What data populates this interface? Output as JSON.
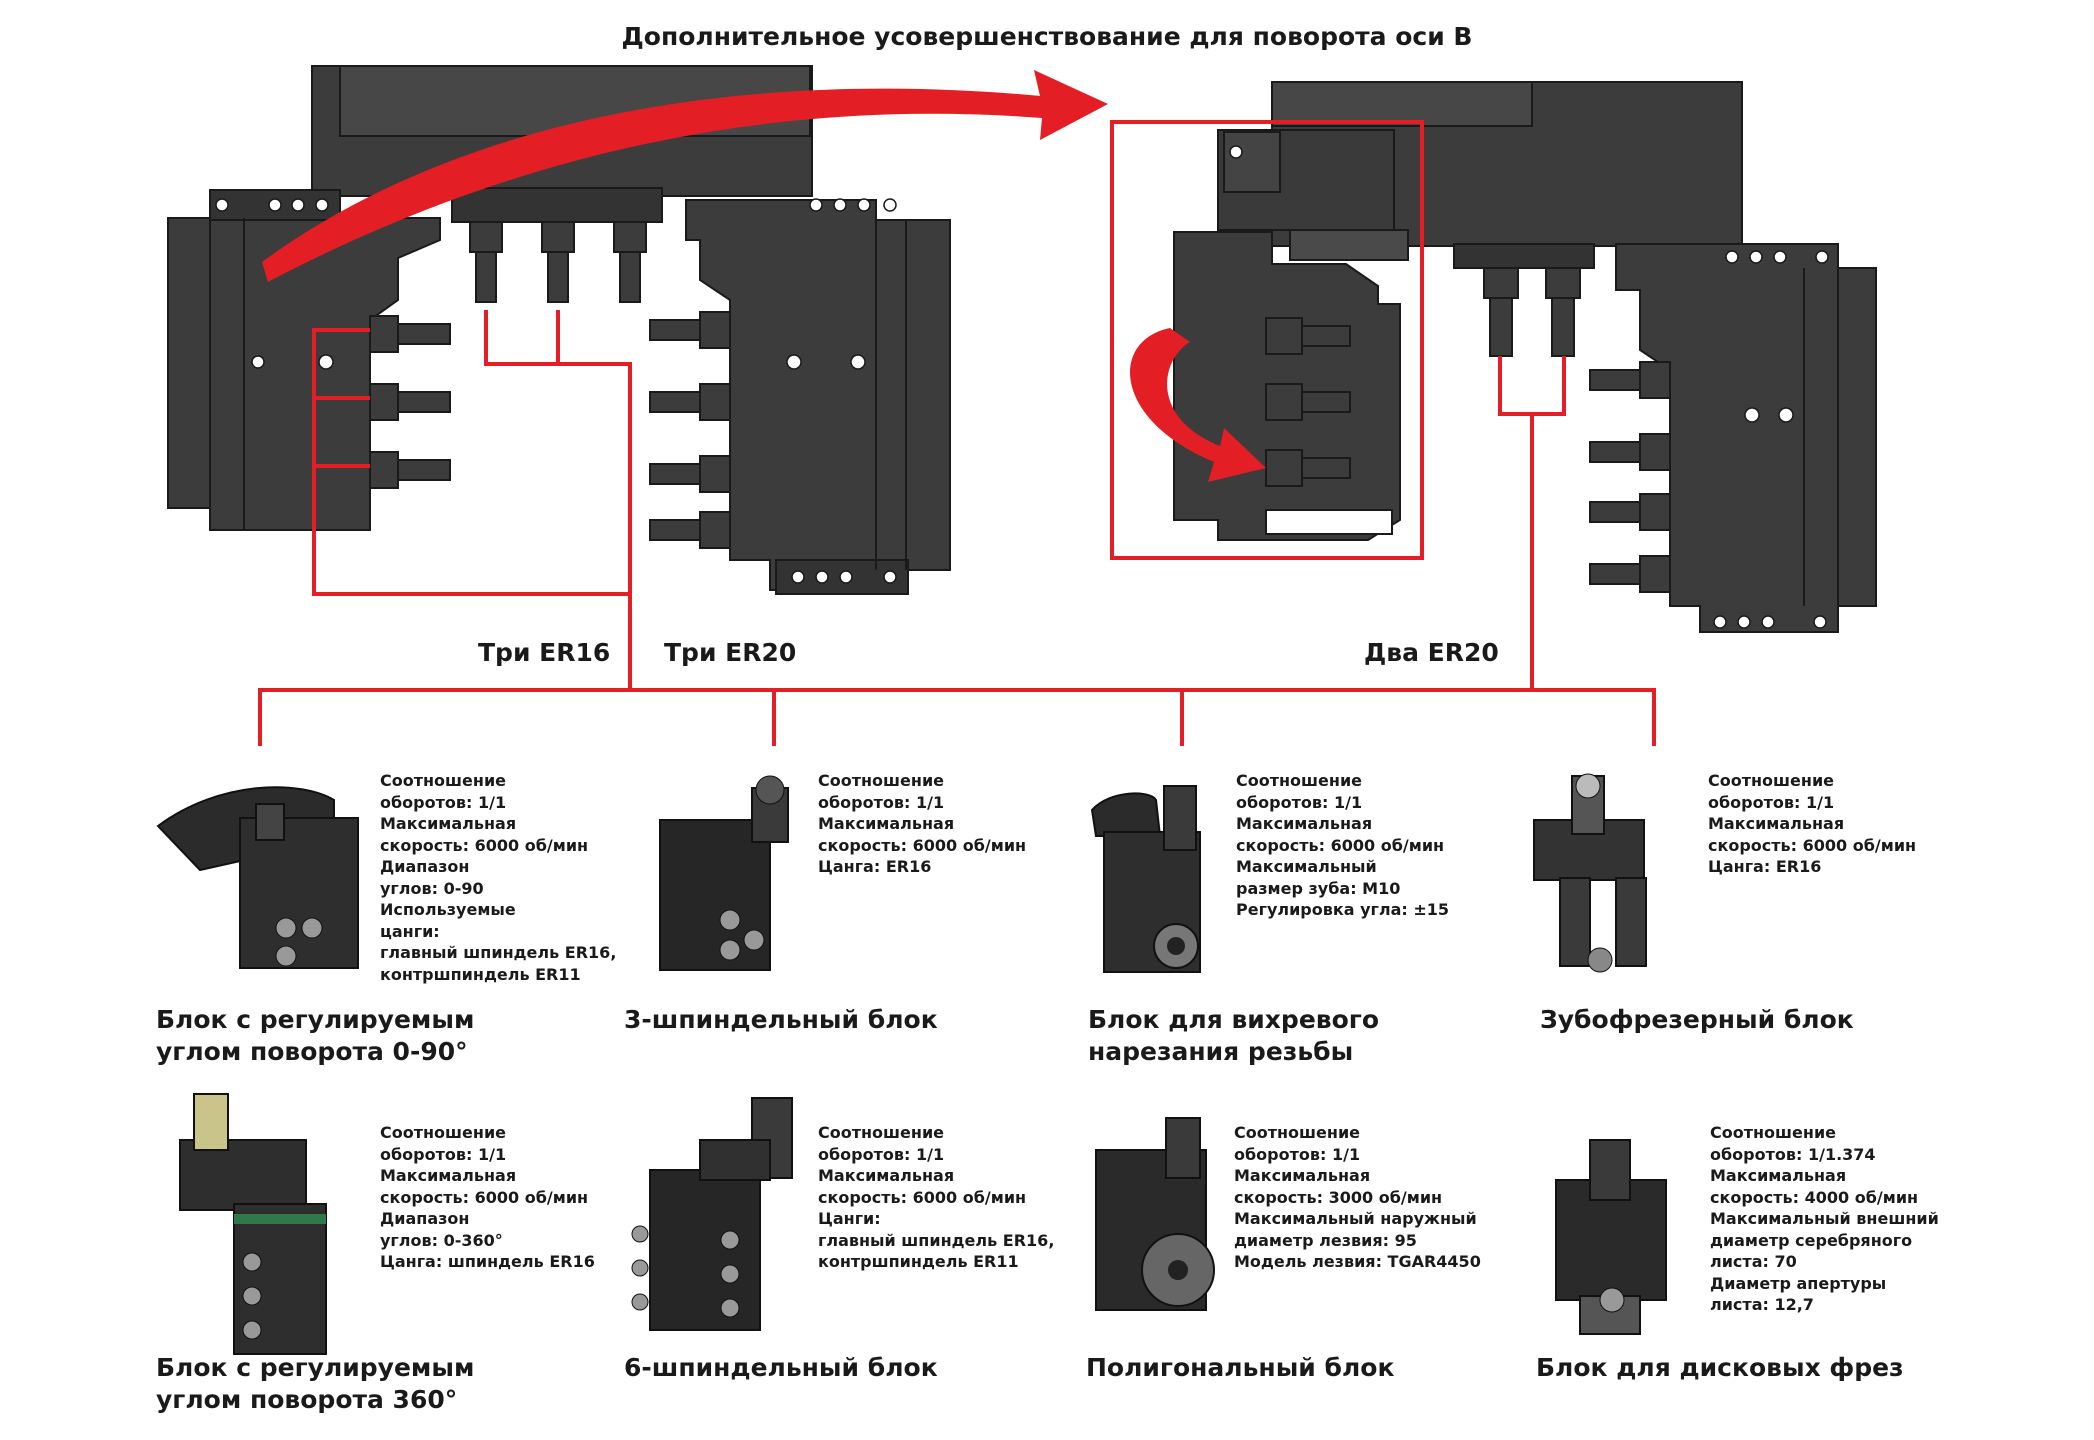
{
  "header": {
    "title": "Дополнительное усовершенствование для поворота оси В"
  },
  "labels": {
    "three_er16": "Три ER16",
    "three_er20": "Три ER20",
    "two_er20": "Два ER20"
  },
  "colors": {
    "accent": "#e31e24",
    "machine": "#3c3c3c",
    "machine_edge": "#1a1a1a"
  },
  "blocks": [
    {
      "name": "Блок с регулируемым\nуглом поворота 0-90°",
      "spec": "Соотношение\nоборотов: 1/1\nМаксимальная\nскорость: 6000 об/мин\nДиапазон\nуглов: 0-90\nИспользуемые\nцанги:\nглавный шпиндель ER16,\nконтршпиндель ER11",
      "icon": "angle-head-icon"
    },
    {
      "name": "3-шпиндельный блок",
      "spec": "Соотношение\nоборотов: 1/1\nМаксимальная\nскорость: 6000 об/мин\nЦанга: ER16",
      "icon": "three-spindle-icon"
    },
    {
      "name": "Блок для вихревого\nнарезания резьбы",
      "spec": "Соотношение\nоборотов: 1/1\nМаксимальная\nскорость: 6000 об/мин\nМаксимальный\nразмер зуба: М10\nРегулировка угла: ±15",
      "icon": "whirling-icon"
    },
    {
      "name": "Зубофрезерный блок",
      "spec": "Соотношение\nоборотов: 1/1\nМаксимальная\nскорость: 6000 об/мин\nЦанга: ER16",
      "icon": "hobbing-icon"
    },
    {
      "name": "Блок с регулируемым\nуглом поворота 360°",
      "spec": "Соотношение\nоборотов: 1/1\nМаксимальная\nскорость: 6000 об/мин\nДиапазон\nуглов: 0-360°\nЦанга: шпиндель ER16",
      "icon": "rotary-360-icon"
    },
    {
      "name": "6-шпиндельный блок",
      "spec": "Соотношение\nоборотов: 1/1\nМаксимальная\nскорость: 6000 об/мин\nЦанги:\nглавный шпиндель ER16,\nконтршпиндель ER11",
      "icon": "six-spindle-icon"
    },
    {
      "name": "Полигональный блок",
      "spec": "Соотношение\nоборотов: 1/1\nМаксимальная\nскорость: 3000 об/мин\nМаксимальный наружный\nдиаметр лезвия: 95\nМодель лезвия: TGAR4450",
      "icon": "polygon-icon"
    },
    {
      "name": "Блок для дисковых фрез",
      "spec": "Соотношение\nоборотов: 1/1.374\nМаксимальная\nскорость: 4000 об/мин\nМаксимальный внешний\nдиаметр серебряного\nлиста: 70\nДиаметр апертуры\nлиста: 12,7",
      "icon": "disc-cutter-icon"
    }
  ]
}
